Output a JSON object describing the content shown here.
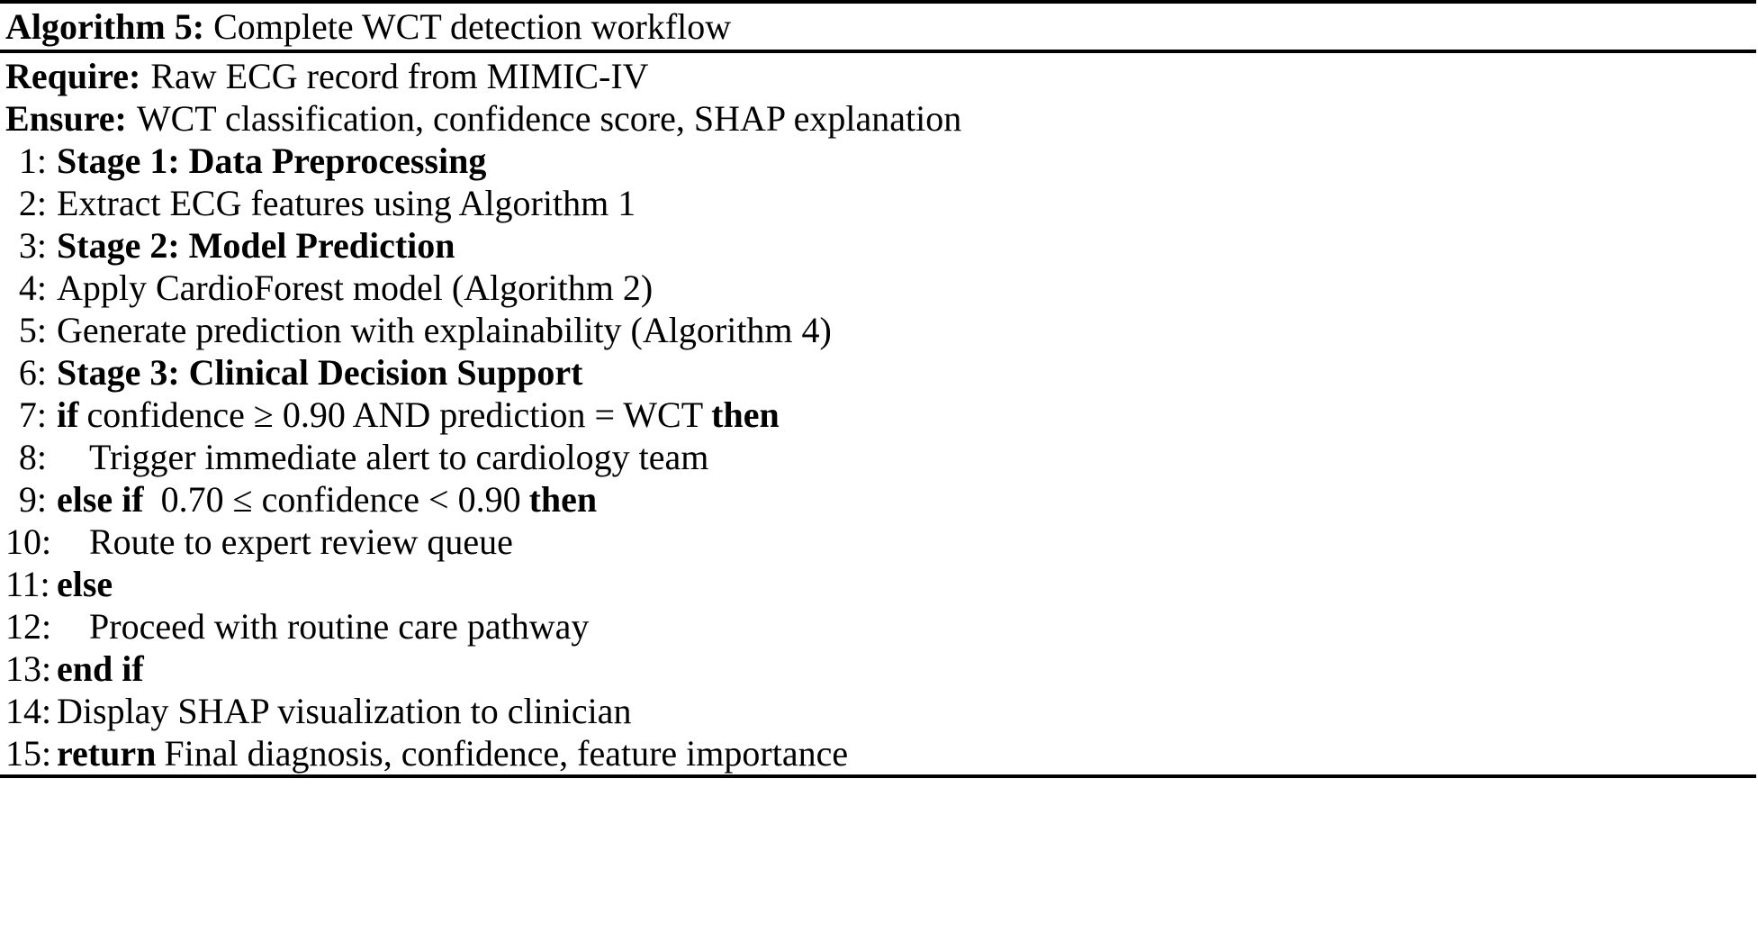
{
  "algorithm": {
    "caption": {
      "label": "Algorithm 5:",
      "title": "Complete WCT detection workflow"
    },
    "require": {
      "keyword": "Require:",
      "text": "Raw ECG record from MIMIC-IV"
    },
    "ensure": {
      "keyword": "Ensure:",
      "text": "WCT classification, confidence score, SHAP explanation"
    },
    "steps": [
      {
        "num": "1:",
        "indent": 0,
        "bold_prefix": "Stage 1: Data Preprocessing",
        "text": ""
      },
      {
        "num": "2:",
        "indent": 0,
        "bold_prefix": "",
        "text": "Extract ECG features using Algorithm 1"
      },
      {
        "num": "3:",
        "indent": 0,
        "bold_prefix": "Stage 2: Model Prediction",
        "text": ""
      },
      {
        "num": "4:",
        "indent": 0,
        "bold_prefix": "",
        "text": "Apply CardioForest model (Algorithm 2)"
      },
      {
        "num": "5:",
        "indent": 0,
        "bold_prefix": "",
        "text": "Generate prediction with explainability (Algorithm 4)"
      },
      {
        "num": "6:",
        "indent": 0,
        "bold_prefix": "Stage 3: Clinical Decision Support",
        "text": ""
      },
      {
        "num": "7:",
        "indent": 0,
        "bold_prefix": "if",
        "text": "confidence ≥ 0.90 AND prediction = WCT",
        "bold_suffix": "then"
      },
      {
        "num": "8:",
        "indent": 1,
        "bold_prefix": "",
        "text": "Trigger immediate alert to cardiology team"
      },
      {
        "num": "9:",
        "indent": 0,
        "bold_prefix": "else if",
        "text": " 0.70 ≤ confidence < 0.90",
        "bold_suffix": "then"
      },
      {
        "num": "10:",
        "indent": 1,
        "bold_prefix": "",
        "text": "Route to expert review queue"
      },
      {
        "num": "11:",
        "indent": 0,
        "bold_prefix": "else",
        "text": ""
      },
      {
        "num": "12:",
        "indent": 1,
        "bold_prefix": "",
        "text": "Proceed with routine care pathway"
      },
      {
        "num": "13:",
        "indent": 0,
        "bold_prefix": "end if",
        "text": ""
      },
      {
        "num": "14:",
        "indent": 0,
        "bold_prefix": "",
        "text": "Display SHAP visualization to clinician"
      },
      {
        "num": "15:",
        "indent": 0,
        "bold_prefix": "return",
        "text": "Final diagnosis, confidence, feature importance"
      }
    ]
  },
  "colors": {
    "text": "#000000",
    "rule": "#000000",
    "background": "#ffffff"
  }
}
